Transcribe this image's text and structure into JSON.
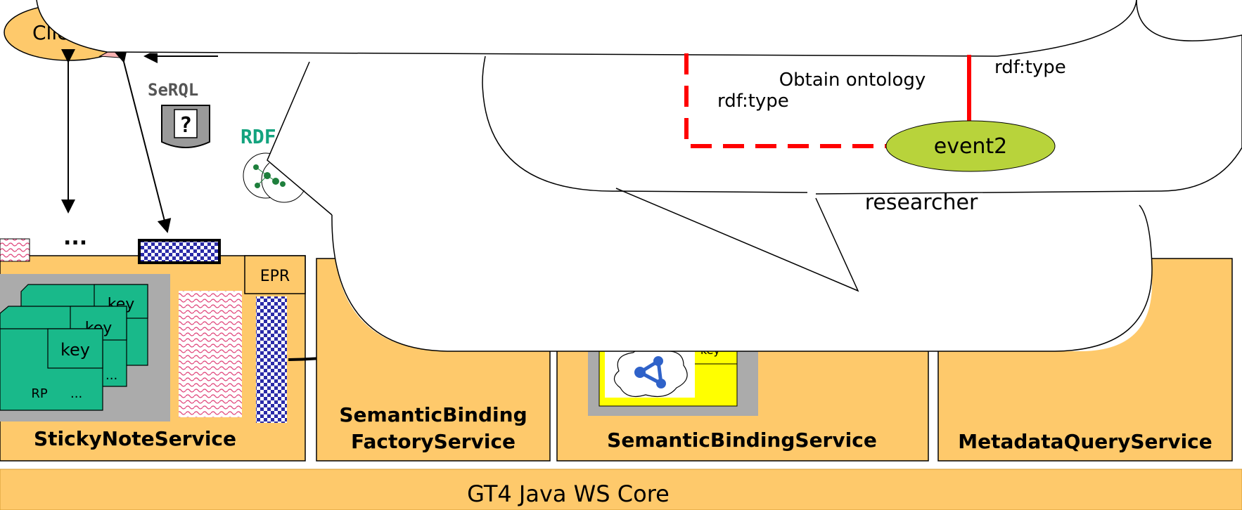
{
  "core": {
    "label": "GT4 Java WS Core"
  },
  "services": {
    "sticky": "StickyNoteService",
    "factory_line1": "SemanticBinding",
    "factory_line2": "FactoryService",
    "binding": "SemanticBindingService",
    "metadata": "MetadataQueryService"
  },
  "client": {
    "label": "Client"
  },
  "ellipsis": "...",
  "epr": "EPR",
  "cards": {
    "key": "key",
    "rp": "RP",
    "more": "..."
  },
  "serql": {
    "label": "SeRQL",
    "glyph": "?"
  },
  "rdf": {
    "label": "RDF"
  },
  "cloud": {
    "obtain": "Obtain ontology",
    "rdf_type_left": "rdf:type",
    "rdf_type_right": "rdf:type",
    "event2": "event2",
    "researcher": "researcher"
  },
  "binding_card_key": "key",
  "colors": {
    "service_fill": "#fec96b",
    "core_fill": "#fec96b",
    "card_green": "#19b98a",
    "gray_panel": "#ababab",
    "event_fill": "#b8d33b",
    "researcher_fill": "#f7a15b",
    "dash_red": "#ff0000",
    "checker_blue": "#2b2ba8",
    "wave_pink": "#e0447a",
    "rdf_green": "#13a37e"
  }
}
